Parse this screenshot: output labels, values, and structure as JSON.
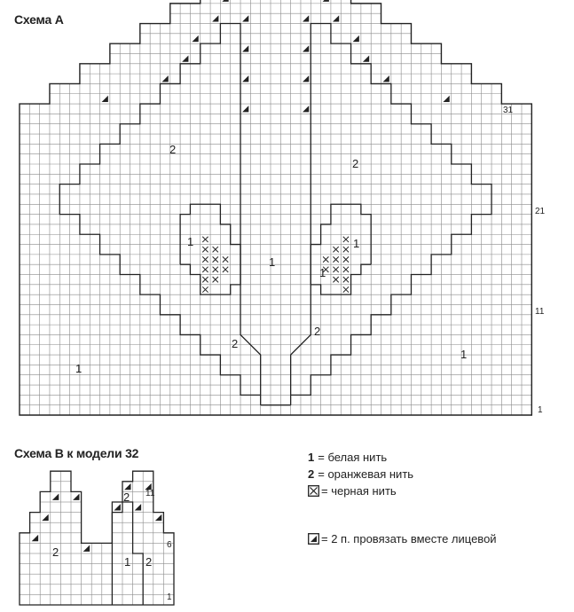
{
  "scheme_a": {
    "title": "Схема А",
    "row_labels": [
      "31",
      "21",
      "11",
      "1"
    ],
    "area_labels": [
      "2",
      "2",
      "1",
      "1",
      "1",
      "1",
      "1",
      "2",
      "2",
      "1"
    ]
  },
  "scheme_b": {
    "title": "Схема В к модели 32",
    "row_labels": [
      "11",
      "6",
      "1"
    ],
    "area_labels": [
      "2",
      "2",
      "1",
      "2"
    ]
  },
  "legend": {
    "item1_key": "1",
    "item1_text": "= белая нить",
    "item2_key": "2",
    "item2_text": "= оранжевая нить",
    "item3_text": "= черная нить",
    "item4_text": "= 2 п. провязать вместе лицевой"
  },
  "colors": {
    "ink": "#222222",
    "grid": "#8a8a8a"
  }
}
